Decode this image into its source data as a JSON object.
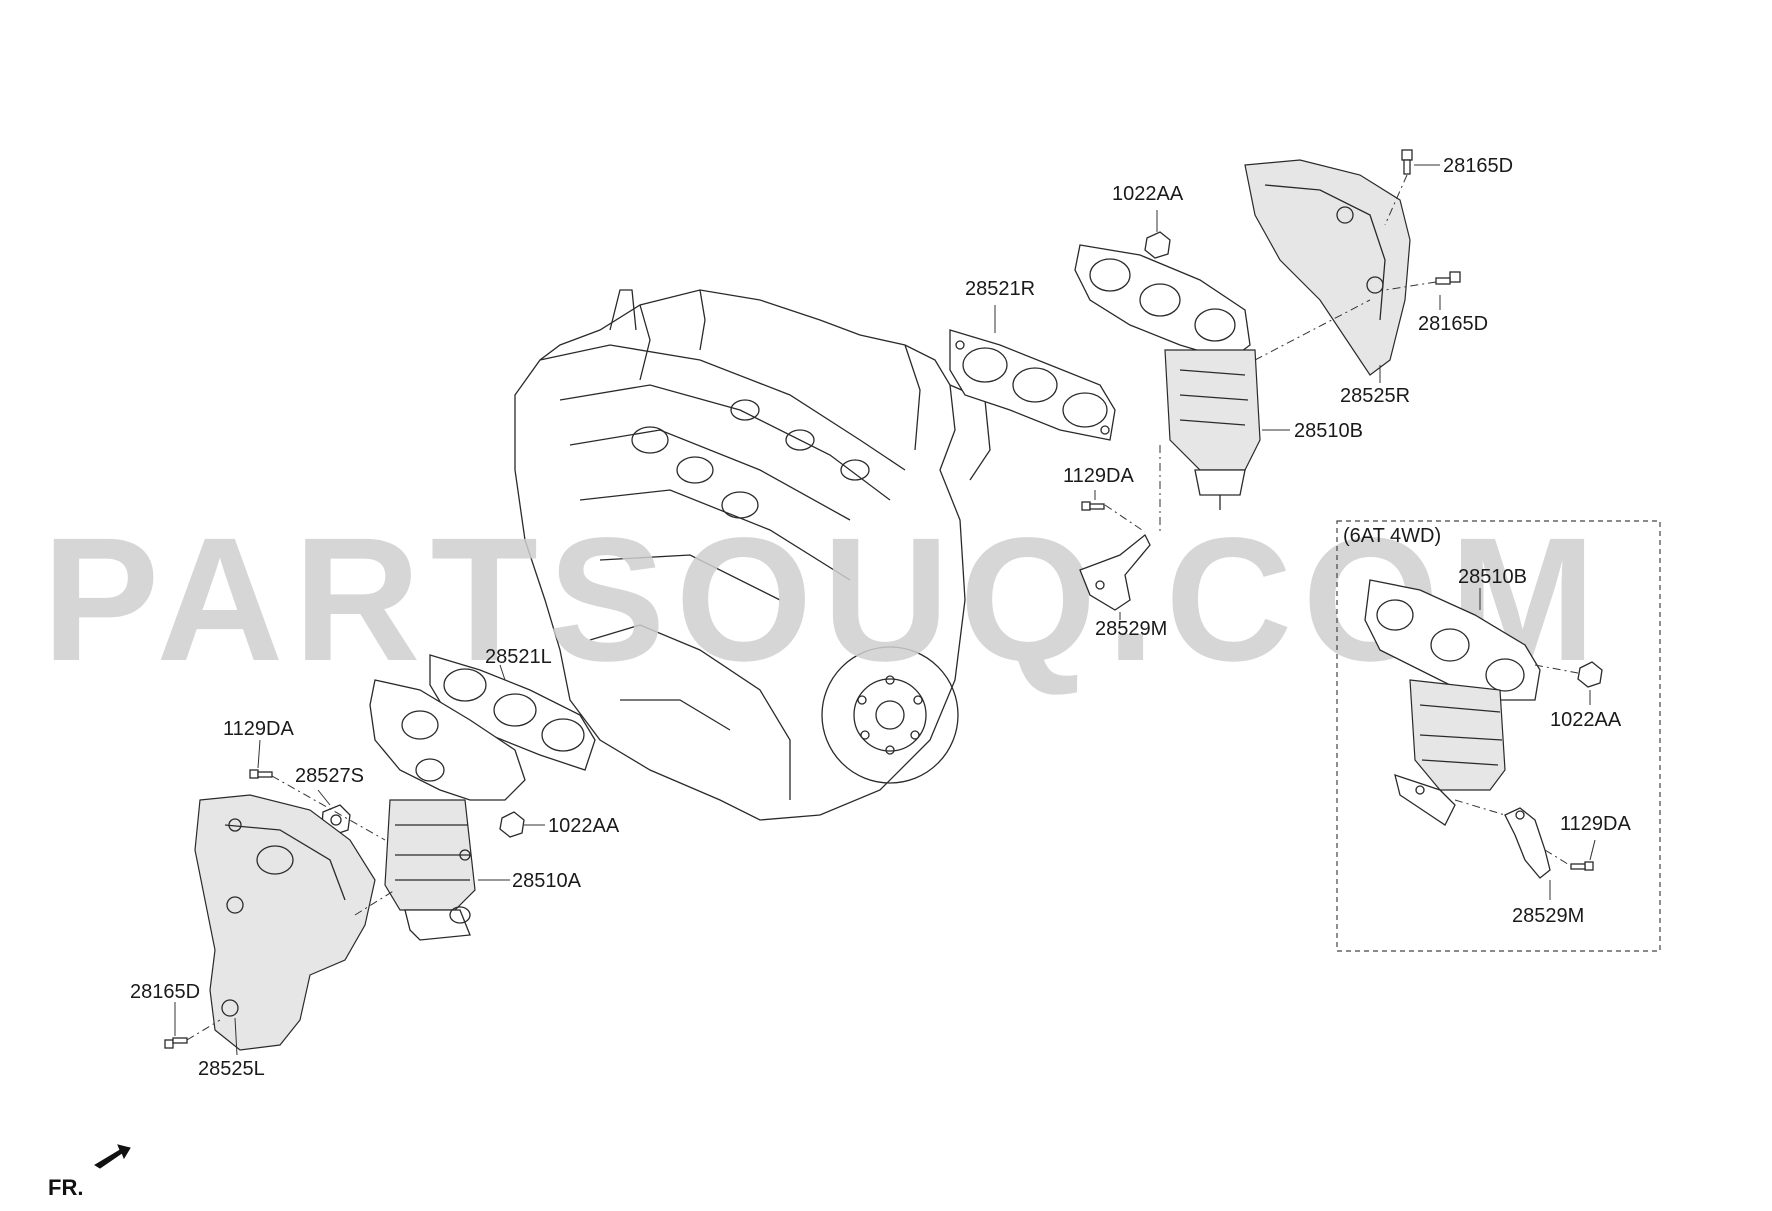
{
  "watermark": "PARTSOUQ.COM",
  "orientation": {
    "label": "FR."
  },
  "variant_box": {
    "label": "(6AT 4WD)"
  },
  "parts": {
    "bolt_28165d_top": "28165D",
    "bolt_28165d_right": "28165D",
    "nut_1022aa_top": "1022AA",
    "gasket_28521r": "28521R",
    "cover_28525r": "28525R",
    "manifold_28510b": "28510B",
    "bolt_1129da_mid": "1129DA",
    "bracket_28529m_mid": "28529M",
    "gasket_28521l": "28521L",
    "bolt_1129da_left": "1129DA",
    "gasket_28527s": "28527S",
    "nut_1022aa_left": "1022AA",
    "manifold_28510a": "28510A",
    "bolt_28165d_left": "28165D",
    "cover_28525l": "28525L",
    "manifold_28510b_variant": "28510B",
    "nut_1022aa_variant": "1022AA",
    "bolt_1129da_variant": "1129DA",
    "bracket_28529m_variant": "28529M"
  }
}
